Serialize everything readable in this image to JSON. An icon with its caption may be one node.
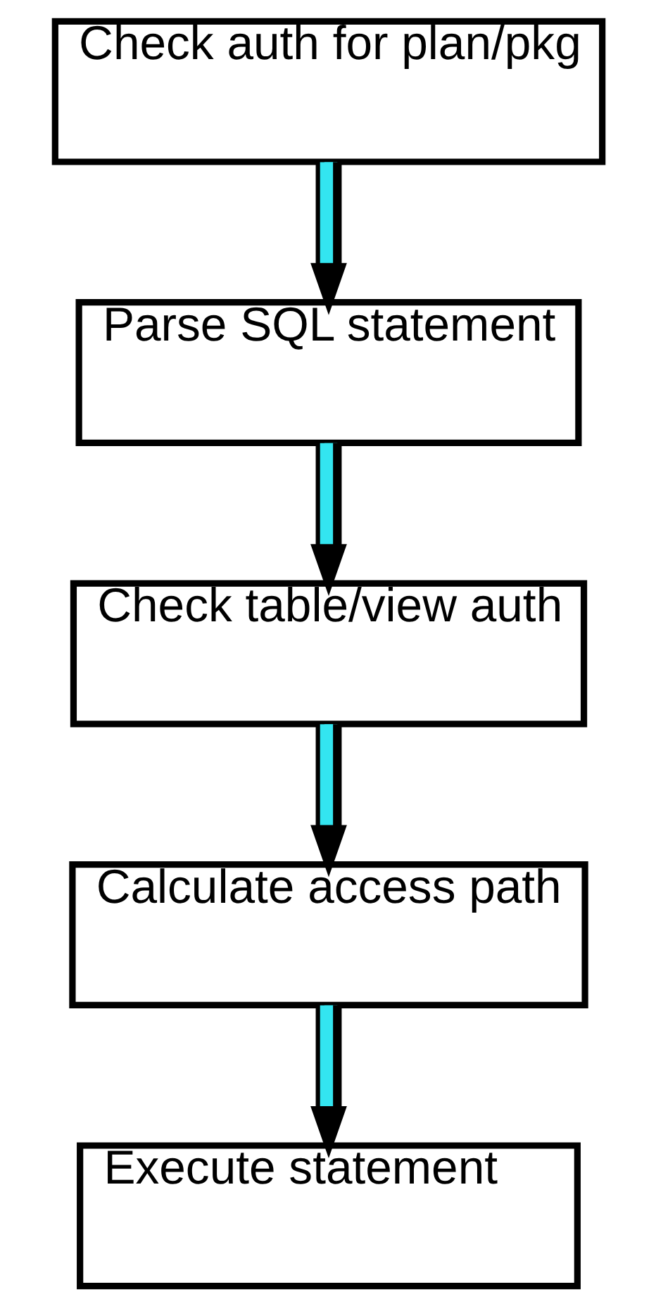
{
  "diagram": {
    "nodes": [
      {
        "text": [
          "Check auth for plan/pkg"
        ]
      },
      {
        "text": [
          "Parse SQL statement"
        ]
      },
      {
        "text": [
          "Check table/view auth"
        ]
      },
      {
        "text": [
          "Calculate access path"
        ]
      },
      {
        "text": [
          "Execute statement"
        ]
      }
    ],
    "edges": [
      {
        "from": 0,
        "to": 1,
        "arrow": "to"
      },
      {
        "from": 1,
        "to": 2,
        "arrow": "to"
      },
      {
        "from": 2,
        "to": 3,
        "arrow": "to"
      },
      {
        "from": 3,
        "to": 4,
        "arrow": "to"
      }
    ]
  }
}
